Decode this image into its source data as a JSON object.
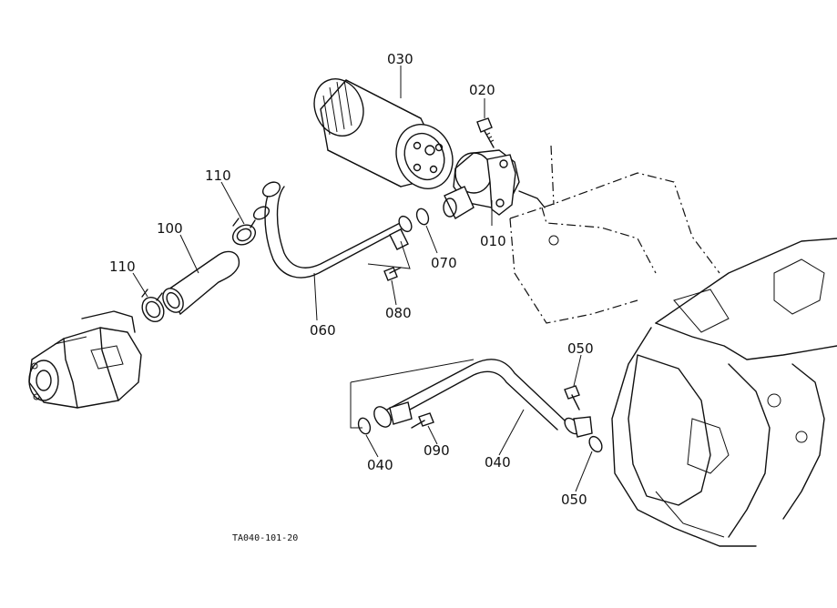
{
  "diagram": {
    "reference_code": "TA040-101-20",
    "parts": [
      {
        "key": "p010",
        "label": "010",
        "icon": "oil-filter-bracket-icon"
      },
      {
        "key": "p020",
        "label": "020",
        "icon": "bolt-icon"
      },
      {
        "key": "p030",
        "label": "030",
        "icon": "oil-filter-cartridge-icon"
      },
      {
        "key": "p040",
        "label": "040",
        "icon": "lower-oil-pipe-icon"
      },
      {
        "key": "p050a",
        "label": "050",
        "icon": "o-ring-icon"
      },
      {
        "key": "p050b",
        "label": "050",
        "icon": "o-ring-icon"
      },
      {
        "key": "p060",
        "label": "060",
        "icon": "bolt-icon"
      },
      {
        "key": "p070",
        "label": "070",
        "icon": "upper-oil-pipe-icon"
      },
      {
        "key": "p080",
        "label": "080",
        "icon": "o-ring-icon"
      },
      {
        "key": "p090a",
        "label": "090",
        "icon": "bolt-icon"
      },
      {
        "key": "p090b",
        "label": "090",
        "icon": "bolt-icon"
      },
      {
        "key": "p100",
        "label": "100",
        "icon": "rubber-hose-icon"
      },
      {
        "key": "p110a",
        "label": "110",
        "icon": "hose-clamp-icon"
      },
      {
        "key": "p110b",
        "label": "110",
        "icon": "hose-clamp-icon"
      }
    ]
  }
}
